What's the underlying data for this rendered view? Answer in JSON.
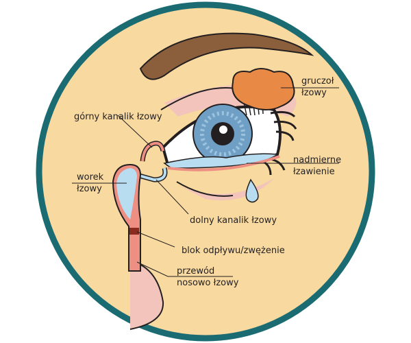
{
  "colors": {
    "border": "#1b6b72",
    "background": "#f8d9a0",
    "eyebrow": "#8b5e3c",
    "iris": "#6f9fc4",
    "gland": "#e88a45",
    "duct": "#ee8f84",
    "tear": "#b8dcf0"
  },
  "labels": {
    "lacrimal_gland": [
      "gruczoł",
      "łzowy"
    ],
    "upper_canaliculus": "górny kanalik łzowy",
    "excess_tearing": [
      "nadmierne",
      "łzawienie"
    ],
    "lacrimal_sac": [
      "worek",
      "łzowy"
    ],
    "lower_canaliculus": "dolny kanalik łzowy",
    "blockage": "blok odpływu/zwężenie",
    "nasolacrimal_duct": [
      "przewód",
      "nosowo łzowy"
    ]
  }
}
